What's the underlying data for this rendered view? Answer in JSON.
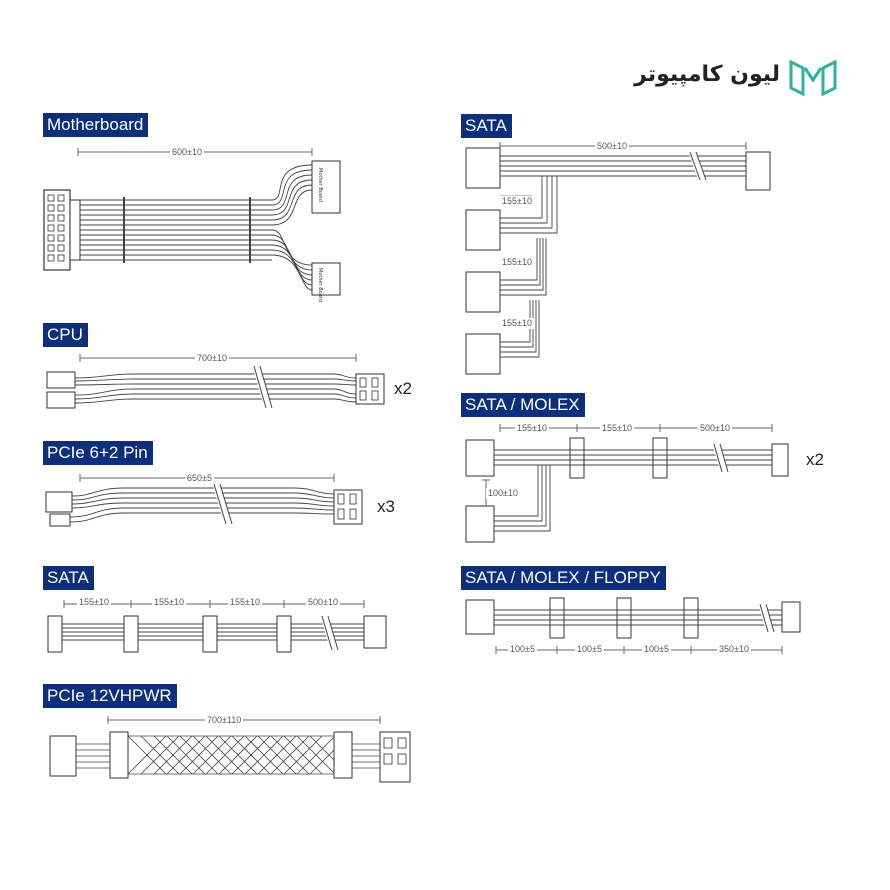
{
  "brand": {
    "name": "لیون کامپیوتر",
    "accent": "#2bb3a0"
  },
  "label_color": "#0b2e7d",
  "cables": {
    "motherboard": {
      "label": "Motherboard",
      "dims": [
        "600±10"
      ],
      "connector_text": [
        "Mother Board",
        "Mother Board"
      ]
    },
    "cpu": {
      "label": "CPU",
      "dims": [
        "700±10"
      ],
      "count": "x2"
    },
    "pcie": {
      "label": "PCIe 6+2 Pin",
      "dims": [
        "650±5"
      ],
      "count": "x3"
    },
    "sata_left": {
      "label": "SATA",
      "dims": [
        "155±10",
        "155±10",
        "155±10",
        "500±10"
      ]
    },
    "pcie_12v": {
      "label": "PCIe 12VHPWR",
      "dims": [
        "700±110"
      ]
    },
    "sata_right": {
      "label": "SATA",
      "dims": [
        "500±10",
        "155±10",
        "155±10",
        "155±10"
      ]
    },
    "sata_molex": {
      "label": "SATA / MOLEX",
      "dims": [
        "155±10",
        "155±10",
        "500±10",
        "100±10"
      ],
      "count": "x2"
    },
    "sata_molex_floppy": {
      "label": "SATA / MOLEX / FLOPPY",
      "dims": [
        "100±5",
        "100±5",
        "100±5",
        "350±10"
      ]
    }
  }
}
